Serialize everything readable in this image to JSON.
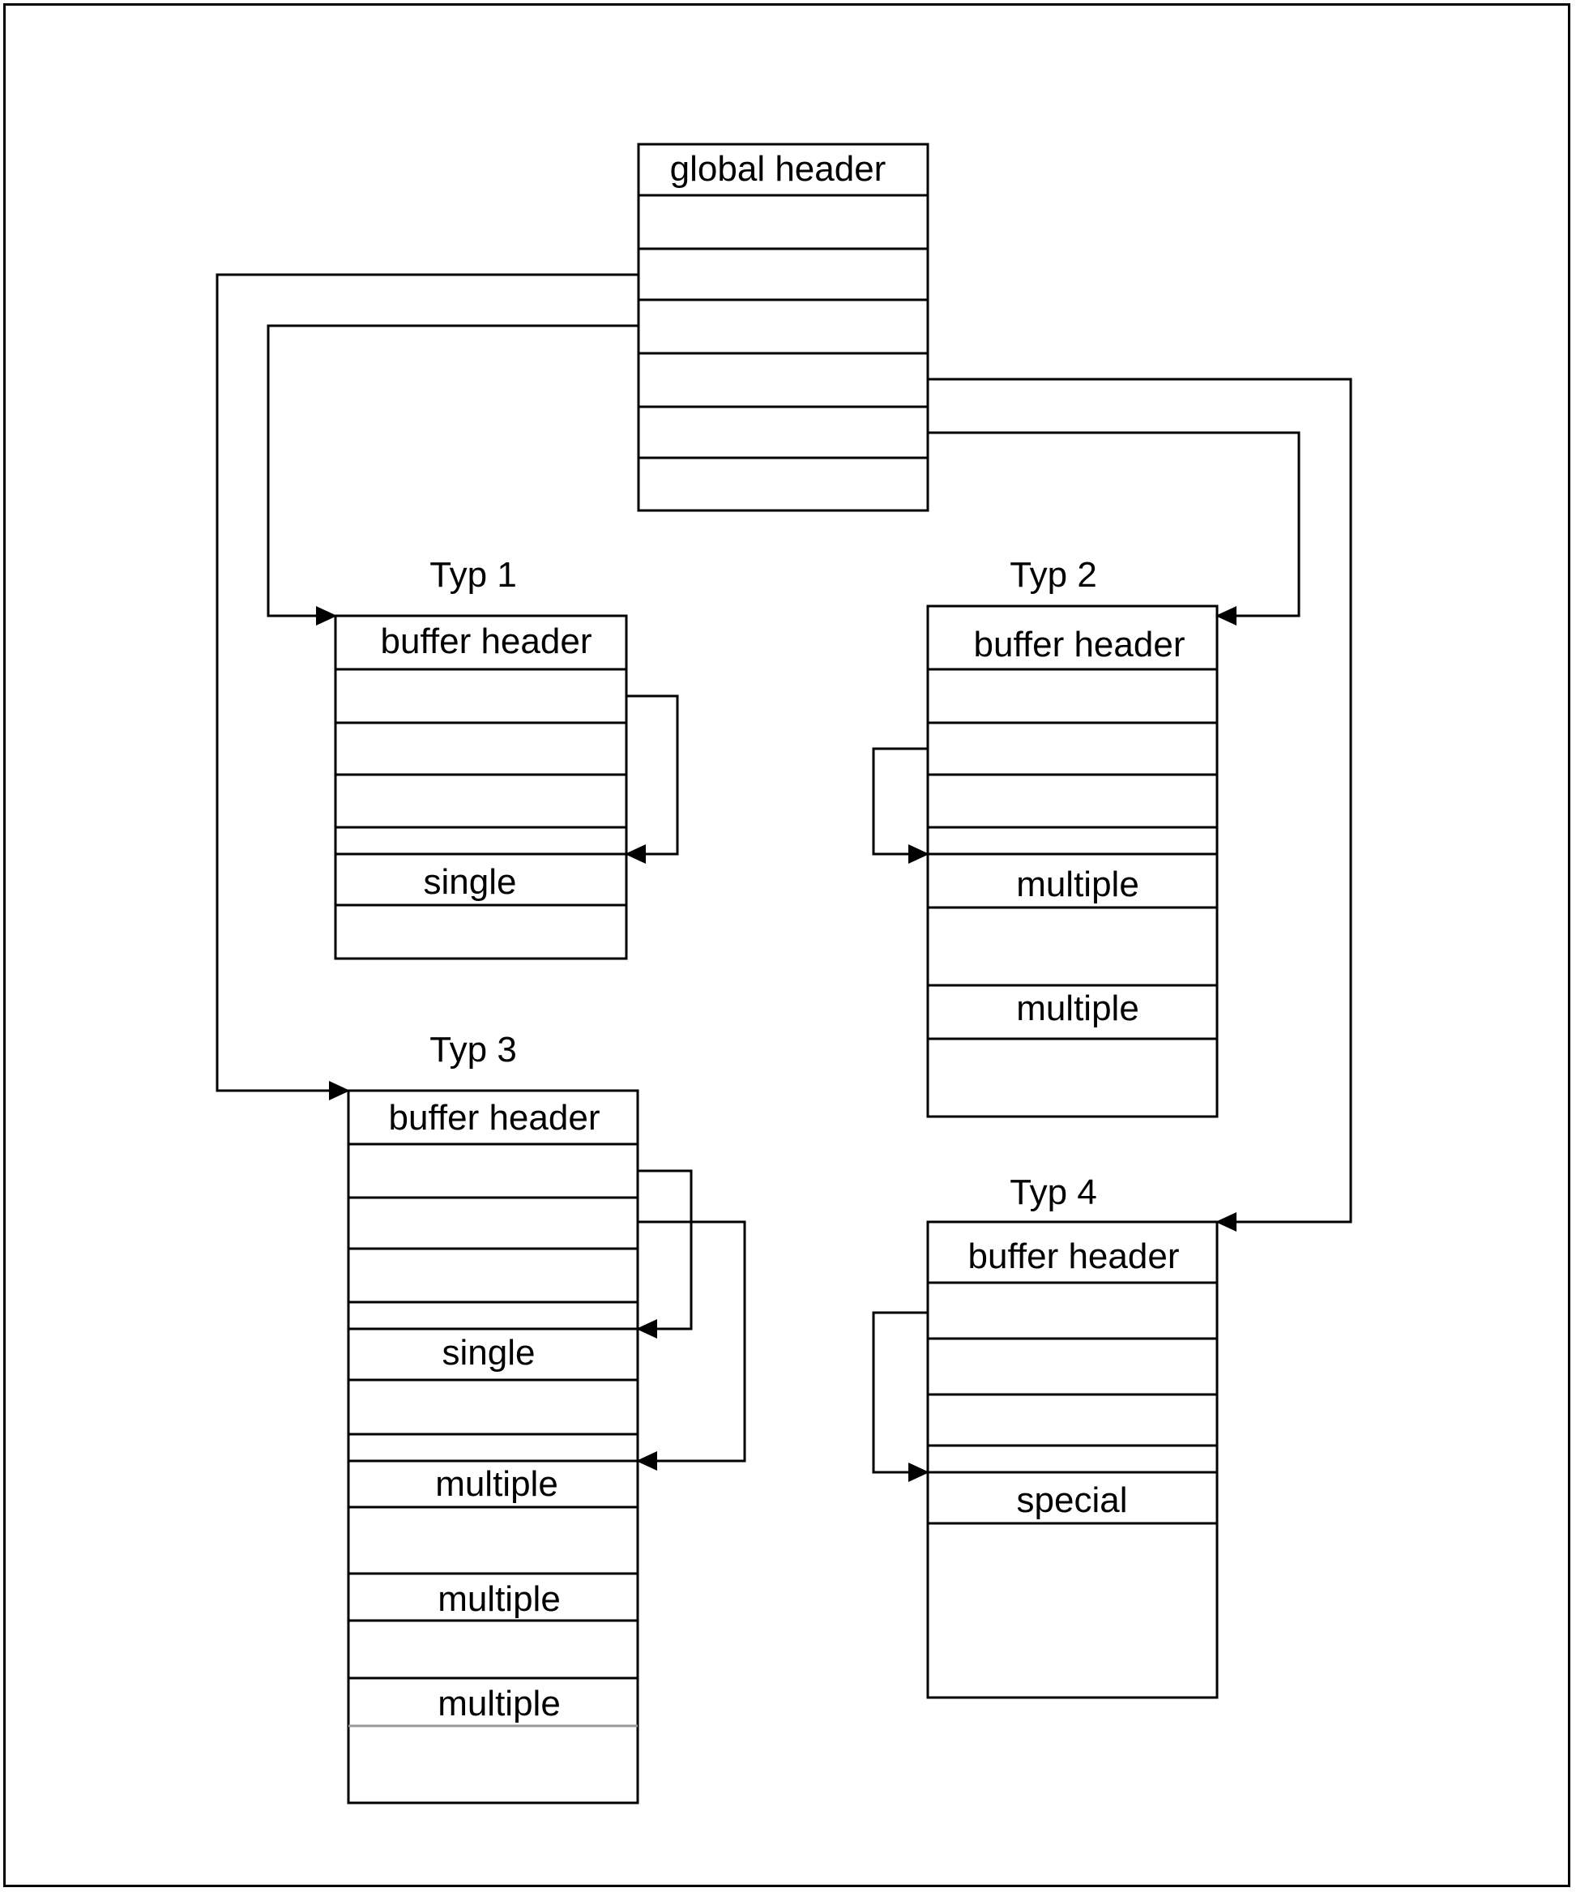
{
  "global_header": {
    "label": "global header"
  },
  "typ1": {
    "title": "Typ 1",
    "header": "buffer header",
    "labels": [
      "single"
    ]
  },
  "typ2": {
    "title": "Typ 2",
    "header": "buffer header",
    "labels": [
      "multiple",
      "multiple"
    ]
  },
  "typ3": {
    "title": "Typ 3",
    "header": "buffer header",
    "labels": [
      "single",
      "multiple",
      "multiple",
      "multiple"
    ]
  },
  "typ4": {
    "title": "Typ 4",
    "header": "buffer header",
    "labels": [
      "special"
    ]
  }
}
